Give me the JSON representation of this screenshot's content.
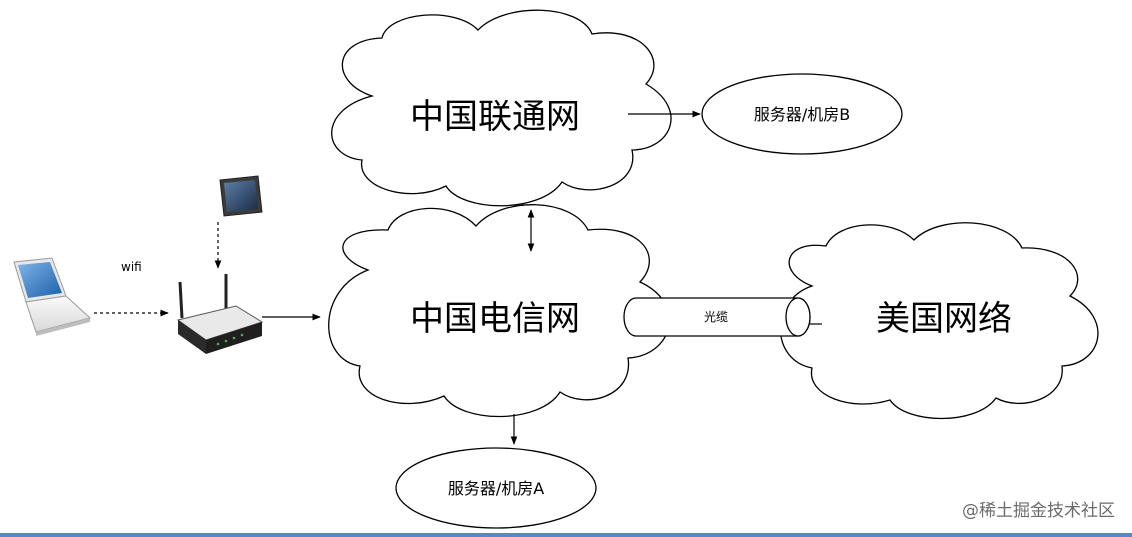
{
  "clouds": {
    "unicom": "中国联通网",
    "telecom": "中国电信网",
    "usa": "美国网络"
  },
  "servers": {
    "b": "服务器/机房B",
    "a": "服务器/机房A"
  },
  "links": {
    "wifi": "wifi",
    "cable": "光缆"
  },
  "footer": {
    "source_mark": "@稀土掘金技术社区"
  },
  "colors": {
    "line": "#000000",
    "rule": "#5b86c2"
  }
}
